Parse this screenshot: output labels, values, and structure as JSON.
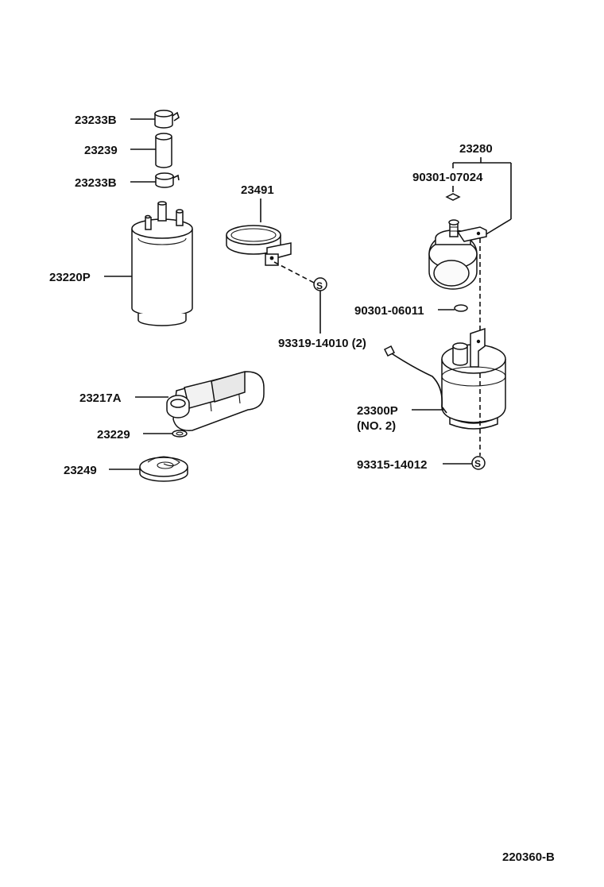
{
  "diagram_id": "220360-B",
  "labels": {
    "clamp_top": "23233B",
    "hose": "23239",
    "clamp_bottom": "23233B",
    "fuel_pump": "23220P",
    "bracket": "23491",
    "bolt_set": "93319-14010 (2)",
    "filter_element": "23217A",
    "gasket": "23229",
    "retainer": "23249",
    "filter_assy": "23280",
    "screw_top": "90301-07024",
    "oring": "90301-06011",
    "filter_body": "23300P",
    "filter_body_note": "(NO. 2)",
    "bolt_bottom": "93315-14012",
    "s_symbol_1": "S",
    "s_symbol_2": "S"
  }
}
